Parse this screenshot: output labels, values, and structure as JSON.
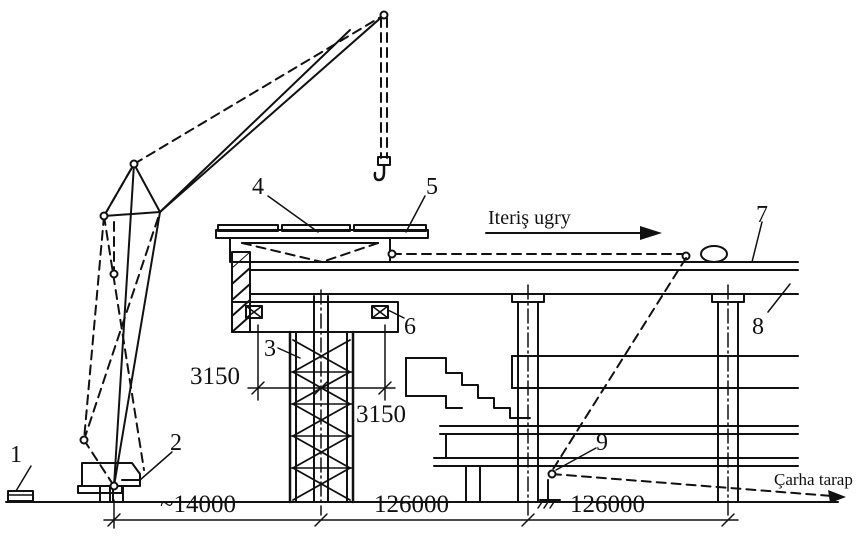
{
  "labels": {
    "n1": "1",
    "n2": "2",
    "n3": "3",
    "n4": "4",
    "n5": "5",
    "n6": "6",
    "n7": "7",
    "n8": "8",
    "n9": "9"
  },
  "annotations": {
    "push_direction": "Iteriş ugry",
    "winch_side": "Çarha tarap"
  },
  "dimensions": {
    "offset_left": "3150",
    "offset_right": "3150",
    "d1": "~14000",
    "d2": "126000",
    "d3": "126000"
  }
}
